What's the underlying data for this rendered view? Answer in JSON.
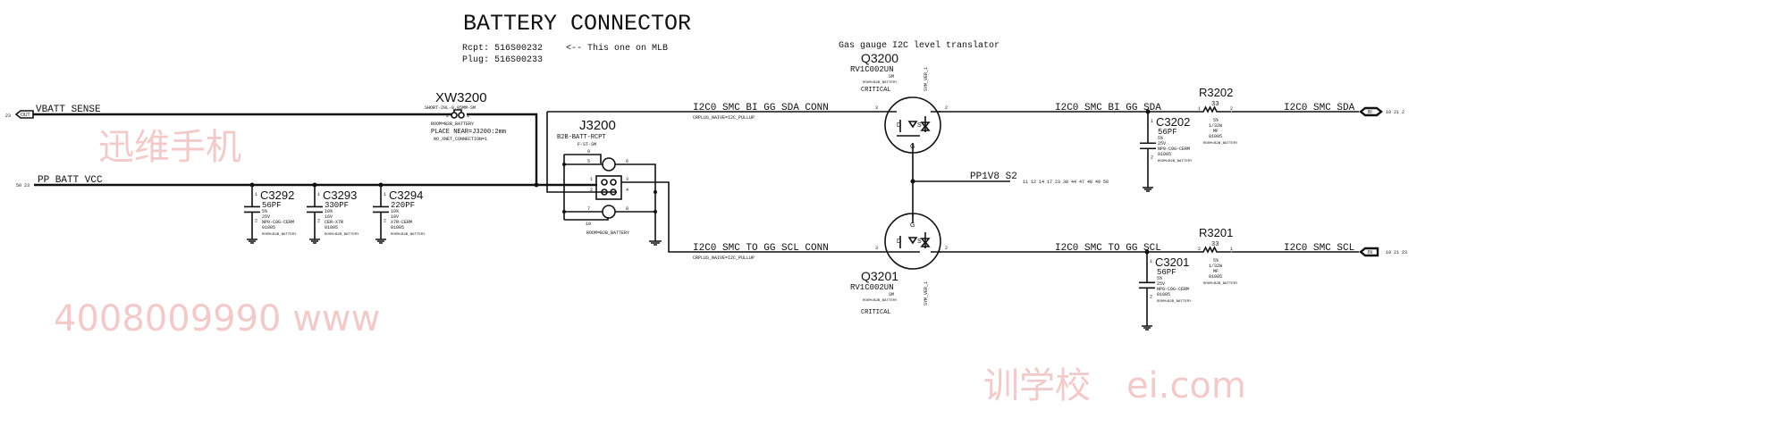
{
  "title": "BATTERY CONNECTOR",
  "notes": {
    "rcpt": "Rcpt: 516S00232",
    "plug": "Plug: 516S00233",
    "mlb": "<-- This one on MLB",
    "gas_gauge": "Gas gauge I2C level translator"
  },
  "watermark": {
    "line1": "迅维手机",
    "line2": "4008009990 www",
    "line3": "训学校",
    "line4": "ei.com"
  },
  "nets": {
    "vbatt_sense": "VBATT SENSE",
    "vbatt_sense_port": "OUT",
    "vbatt_sense_refs": "23",
    "pp_batt_vcc": "PP BATT VCC",
    "pp_batt_vcc_refs": "50 23",
    "sda_conn": "I2C0 SMC BI GG SDA CONN",
    "sda_conn_prop": "CRPLUS_NAIVE=I2C_PULLUP",
    "scl_conn": "I2C0 SMC TO GG SCL CONN",
    "scl_conn_prop": "CRPLUS_NAIVE=I2C_PULLUP",
    "sda_gg": "I2C0 SMC BI GG SDA",
    "scl_gg": "I2C0 SMC TO GG SCL",
    "sda": "I2C0 SMC SDA",
    "sda_port": "BI",
    "sda_refs": "10 21 2",
    "scl": "I2C0 SMC SCL",
    "scl_port": "IN",
    "scl_refs": "10 21 23",
    "pp1v8": "PP1V8 S2",
    "pp1v8_refs": "11 12 14 17 23 38 44 47 48 49 50"
  },
  "xw3200": {
    "ref": "XW3200",
    "value": "SHORT-20L-0.05MM-SM",
    "pin_left": "2",
    "pin_right": "1",
    "room": "ROOM=B2B_BATTERY",
    "place": "PLACE NEAR=J3200:2mm",
    "noxnet": "NO_XNET_CONNECTION=1"
  },
  "j3200": {
    "ref": "J3200",
    "value": "B2B-BATT-RCPT",
    "pkg": "F-ST-SM",
    "room": "ROOM=B2B_BATTERY",
    "pins": [
      "9",
      "5",
      "6",
      "1",
      "3",
      "2",
      "4",
      "7",
      "8",
      "10"
    ]
  },
  "capacitors": [
    {
      "ref": "C3292",
      "value": "56PF",
      "tol": "5%",
      "volt": "25V",
      "diel": "NP0-C0G-CERM",
      "pkg": "01005",
      "room": "ROOM=B2B_BATTERY"
    },
    {
      "ref": "C3293",
      "value": "330PF",
      "tol": "10%",
      "volt": "16V",
      "diel": "CER-X7R",
      "pkg": "01005",
      "room": "ROOM=B2B_BATTERY"
    },
    {
      "ref": "C3294",
      "value": "220PF",
      "tol": "10%",
      "volt": "10V",
      "diel": "X7R-CERM",
      "pkg": "01005",
      "room": "ROOM=B2B_BATTERY"
    },
    {
      "ref": "C3202",
      "value": "56PF",
      "tol": "5%",
      "volt": "25V",
      "diel": "NP0-C0G-CERM",
      "pkg": "01005",
      "room": "ROOM=B2B_BATTERY"
    },
    {
      "ref": "C3201",
      "value": "56PF",
      "tol": "5%",
      "volt": "25V",
      "diel": "NP0-C0G-CERM",
      "pkg": "01005",
      "room": "ROOM=B2B_BATTERY"
    }
  ],
  "resistors": [
    {
      "ref": "R3202",
      "value": "33",
      "tol": "5%",
      "power": "1/32W",
      "type": "MF",
      "pkg": "01005",
      "room": "ROOM=B2B_BATTERY",
      "pin_a": "1",
      "pin_b": "2"
    },
    {
      "ref": "R3201",
      "value": "33",
      "tol": "5%",
      "power": "1/32W",
      "type": "MF",
      "pkg": "01005",
      "room": "ROOM=B2B_BATTERY",
      "pin_a": "2",
      "pin_b": "1"
    }
  ],
  "transistors": [
    {
      "ref": "Q3200",
      "value": "RV1C002UN",
      "pkg": "SM",
      "room": "ROOM=B2B_BATTERY",
      "crit": "CRITICAL",
      "sym": "SYM_VER_1"
    },
    {
      "ref": "Q3201",
      "value": "RV1C002UN",
      "pkg": "SM",
      "room": "ROOM=B2B_BATTERY",
      "crit": "CRITICAL",
      "sym": "SYM_VER_1"
    }
  ],
  "pin_labels": {
    "d": "D",
    "s": "S",
    "g": "G",
    "p1": "1",
    "p2": "2",
    "p3": "3"
  }
}
